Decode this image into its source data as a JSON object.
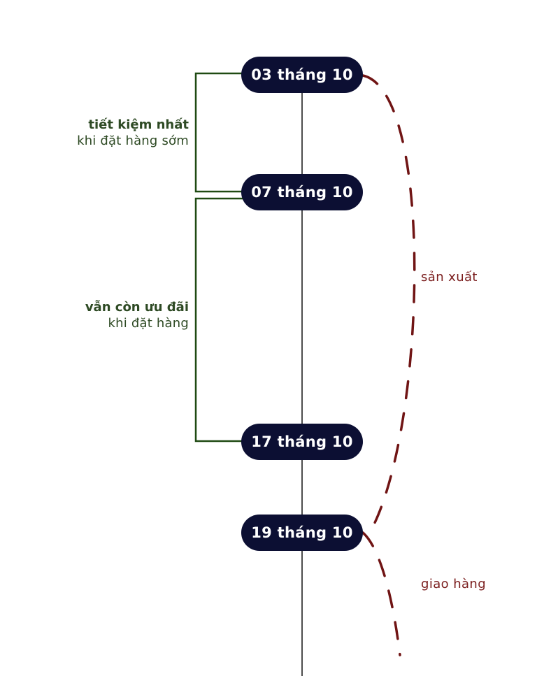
{
  "milestones": [
    {
      "label": "03 tháng 10"
    },
    {
      "label": "07 tháng 10"
    },
    {
      "label": "17 tháng 10"
    },
    {
      "label": "19 tháng 10"
    }
  ],
  "brackets": [
    {
      "title": "tiết kiệm nhất",
      "subtitle": "khi đặt hàng sớm"
    },
    {
      "title": "vẫn còn ưu đãi",
      "subtitle": "khi đặt hàng"
    }
  ],
  "phases": [
    {
      "label": "sản xuất"
    },
    {
      "label": "giao hàng"
    }
  ],
  "colors": {
    "pill_bg": "#0c0f33",
    "pill_text": "#ffffff",
    "bracket": "#1f4a12",
    "bracket_text": "#2e4a24",
    "phase": "#701414",
    "phase_text": "#7a1d1d",
    "axis": "#111111"
  }
}
